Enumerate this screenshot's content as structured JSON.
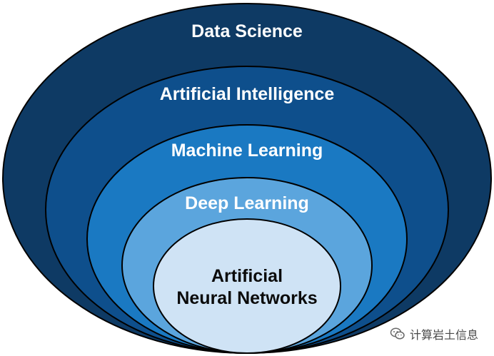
{
  "diagram": {
    "layers": [
      {
        "label": "Data Science",
        "color": "#0e3a64"
      },
      {
        "label": "Artificial Intelligence",
        "color": "#0e4f8c"
      },
      {
        "label": "Machine Learning",
        "color": "#1a79c2"
      },
      {
        "label": "Deep Learning",
        "color": "#5ba5dd"
      },
      {
        "label_line1": "Artificial",
        "label_line2": "Neural Networks",
        "color": "#cfe3f5"
      }
    ]
  },
  "watermark": {
    "text": "计算岩土信息",
    "icon": "wechat-icon"
  }
}
